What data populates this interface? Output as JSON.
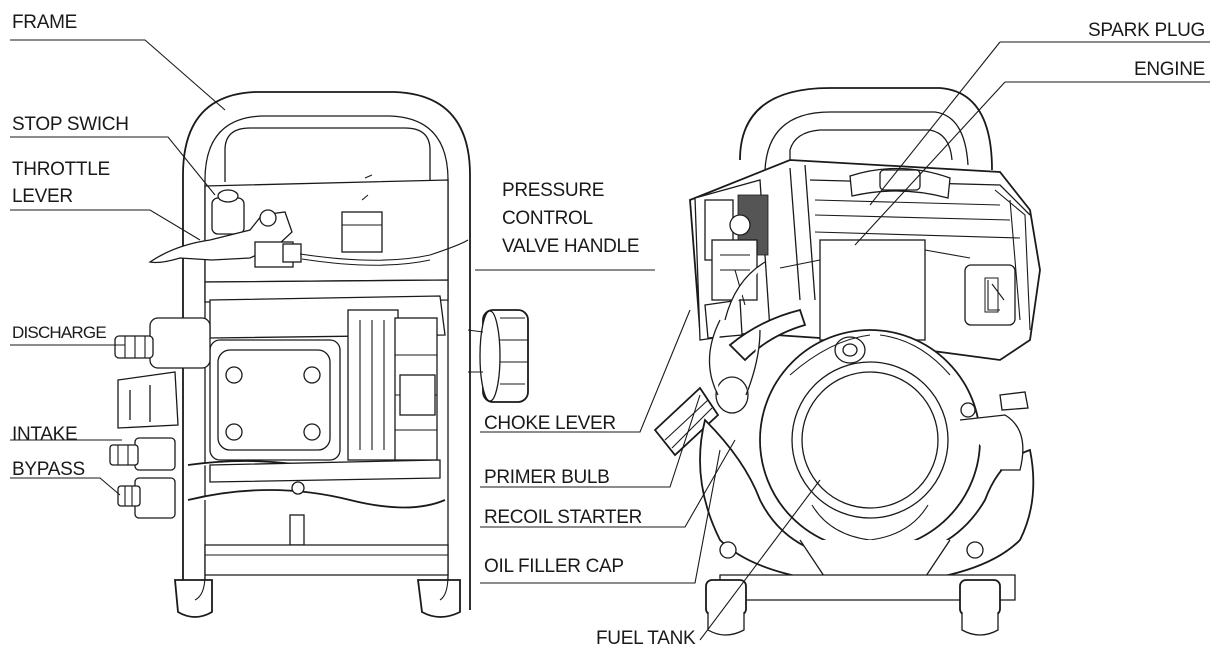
{
  "labels": {
    "frame": "FRAME",
    "stop_switch": "STOP SWICH",
    "throttle_1": "THROTTLE",
    "throttle_2": "LEVER",
    "discharge": "DISCHARGE",
    "intake": "INTAKE",
    "bypass": "BYPASS",
    "pressure_1": "PRESSURE",
    "pressure_2": "CONTROL",
    "pressure_3": "VALVE HANDLE",
    "choke_lever": "CHOKE LEVER",
    "primer_bulb": "PRIMER BULB",
    "recoil_starter": "RECOIL STARTER",
    "oil_filler_cap": "OIL FILLER CAP",
    "fuel_tank": "FUEL TANK",
    "spark_plug": "SPARK PLUG",
    "engine": "ENGINE"
  }
}
